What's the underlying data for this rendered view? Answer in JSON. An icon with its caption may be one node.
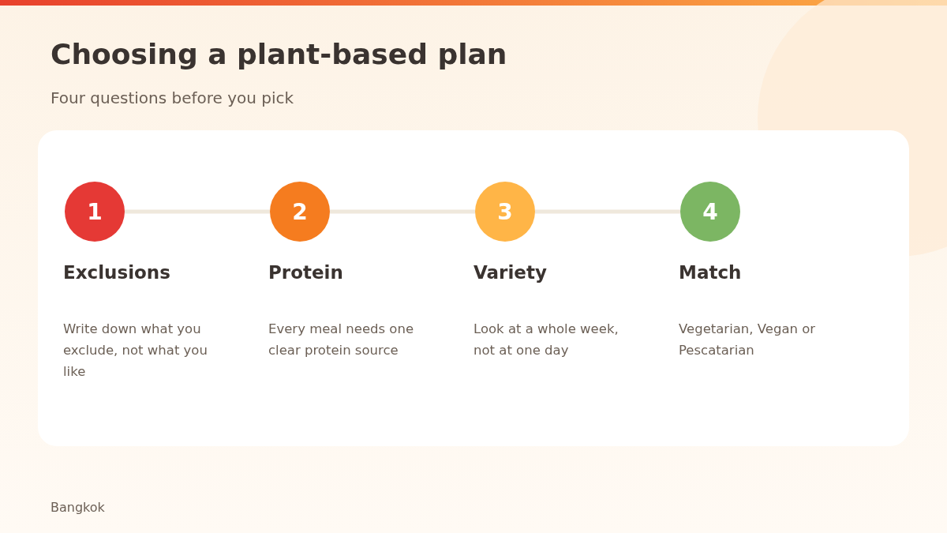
{
  "diagram": {
    "title": "Choosing a plant-based plan",
    "nodes": [
      {
        "text": [
          "1"
        ],
        "beside": [
          "Exclusions",
          "Write down what you exclude, not what you like"
        ]
      },
      {
        "text": [
          "2"
        ],
        "beside": [
          "Protein",
          "Every meal needs one clear protein source"
        ]
      },
      {
        "text": [
          "3"
        ],
        "beside": [
          "Variety",
          "Look at a whole week, not at one day"
        ]
      },
      {
        "text": [
          "4"
        ],
        "beside": [
          "Match",
          "Vegetarian, Vegan or Pescatarian"
        ]
      }
    ],
    "edges": [
      {
        "from": 0,
        "to": 1,
        "arrow": "none"
      },
      {
        "from": 1,
        "to": 2,
        "arrow": "none"
      },
      {
        "from": 2,
        "to": 3,
        "arrow": "none"
      }
    ],
    "labels": [
      "Four questions before you pick",
      "Bangkok"
    ]
  }
}
